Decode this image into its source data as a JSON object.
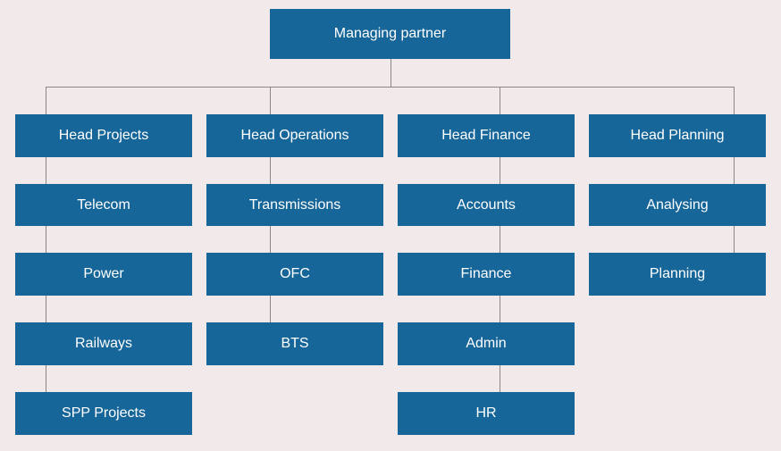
{
  "chart_data": {
    "type": "org_chart",
    "root": "Managing partner",
    "children": [
      {
        "label": "Head Projects",
        "items": [
          "Telecom",
          "Power",
          "Railways",
          "SPP Projects"
        ]
      },
      {
        "label": "Head Operations",
        "items": [
          "Transmissions",
          "OFC",
          "BTS"
        ]
      },
      {
        "label": "Head Finance",
        "items": [
          "Accounts",
          "Finance",
          "Admin",
          "HR"
        ]
      },
      {
        "label": "Head Planning",
        "items": [
          "Analysing",
          "Planning"
        ]
      }
    ]
  },
  "colors": {
    "background": "#f1e9ea",
    "box": "#176699",
    "text": "#ffffff",
    "connector": "#8c8787"
  },
  "root": {
    "label": "Managing partner"
  },
  "columns": [
    {
      "head": "Head Projects",
      "items": [
        "Telecom",
        "Power",
        "Railways",
        "SPP Projects"
      ]
    },
    {
      "head": "Head Operations",
      "items": [
        "Transmissions",
        "OFC",
        "BTS"
      ]
    },
    {
      "head": "Head Finance",
      "items": [
        "Accounts",
        "Finance",
        "Admin",
        "HR"
      ]
    },
    {
      "head": "Head Planning",
      "items": [
        "Analysing",
        "Planning"
      ]
    }
  ]
}
